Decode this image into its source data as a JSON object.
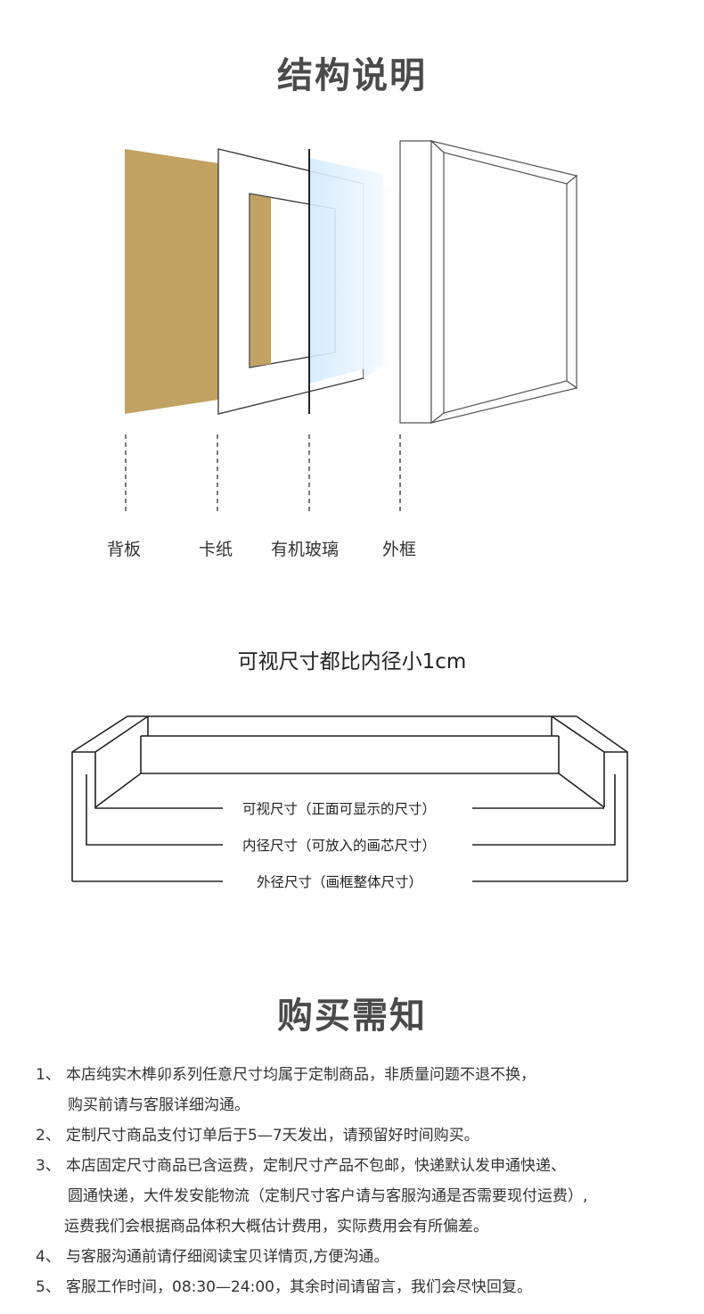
{
  "structure": {
    "title": "结构说明",
    "labels": [
      "背板",
      "卡纸",
      "有机玻璃",
      "外框"
    ]
  },
  "dimension": {
    "subtitle": "可视尺寸都比内径小1cm",
    "visible_size": "可视尺寸（正面可显示的尺寸）",
    "inner_size": "内径尺寸（可放入的画芯尺寸）",
    "outer_size": "外径尺寸（画框整体尺寸）"
  },
  "purchase": {
    "title": "购买需知",
    "notes": [
      {
        "num": "1、",
        "lines": [
          "本店纯实木榫卯系列任意尺寸均属于定制商品，非质量问题不退不换，",
          "购买前请与客服详细沟通。"
        ]
      },
      {
        "num": "2、",
        "lines": [
          "定制尺寸商品支付订单后于5—7天发出，请预留好时间购买。"
        ]
      },
      {
        "num": "3、",
        "lines": [
          "本店固定尺寸商品已含运费，定制尺寸产品不包邮，快递默认发申通快递、",
          "圆通快递，大件发安能物流（定制尺寸客户请与客服沟通是否需要现付运费）,",
          "运费我们会根据商品体积大概估计费用，实际费用会有所偏差。"
        ]
      },
      {
        "num": "4、",
        "lines": [
          "与客服沟通前请仔细阅读宝贝详情页,方便沟通。"
        ]
      },
      {
        "num": "5、",
        "lines": [
          "客服工作时间，08:30—24:00，其余时间请留言，我们会尽快回复。"
        ]
      }
    ]
  },
  "colors": {
    "backboard": "#c2a262",
    "glass": "#dcefff",
    "line": "#222222",
    "title": "#4a4a4a"
  }
}
